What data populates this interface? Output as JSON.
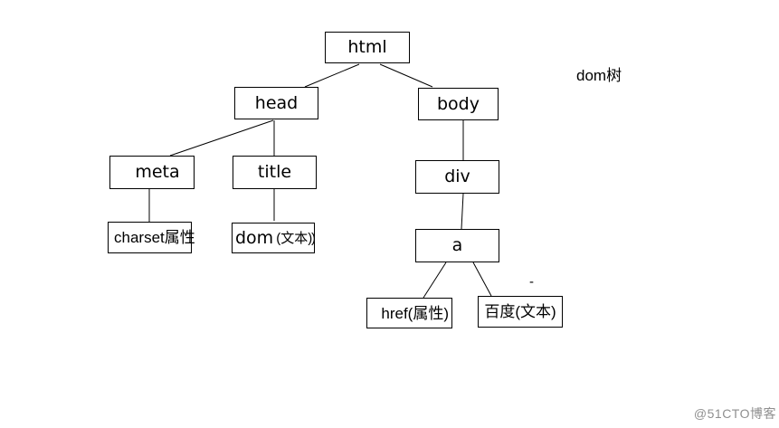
{
  "diagram": {
    "caption": "dom树",
    "nodes": {
      "html": {
        "label": "html"
      },
      "head": {
        "label": "head"
      },
      "body": {
        "label": "body"
      },
      "meta": {
        "label": "meta"
      },
      "title": {
        "label": "title"
      },
      "div": {
        "label": "div"
      },
      "a": {
        "label": "a"
      },
      "charset": {
        "label": "charset属性"
      },
      "dom_text": {
        "label_main": "dom",
        "label_sub": "(文本)"
      },
      "href": {
        "label": "href(属性)"
      },
      "baidu": {
        "label": "百度(文本)"
      }
    },
    "edges": [
      {
        "from": "html",
        "to": "head"
      },
      {
        "from": "html",
        "to": "body"
      },
      {
        "from": "head",
        "to": "meta"
      },
      {
        "from": "head",
        "to": "title"
      },
      {
        "from": "meta",
        "to": "charset"
      },
      {
        "from": "title",
        "to": "dom_text"
      },
      {
        "from": "body",
        "to": "div"
      },
      {
        "from": "div",
        "to": "a"
      },
      {
        "from": "a",
        "to": "href"
      },
      {
        "from": "a",
        "to": "baidu"
      }
    ],
    "artifacts": {
      "paren": ")",
      "dash": "-"
    }
  },
  "watermark": {
    "text": "@51CTO博客"
  }
}
